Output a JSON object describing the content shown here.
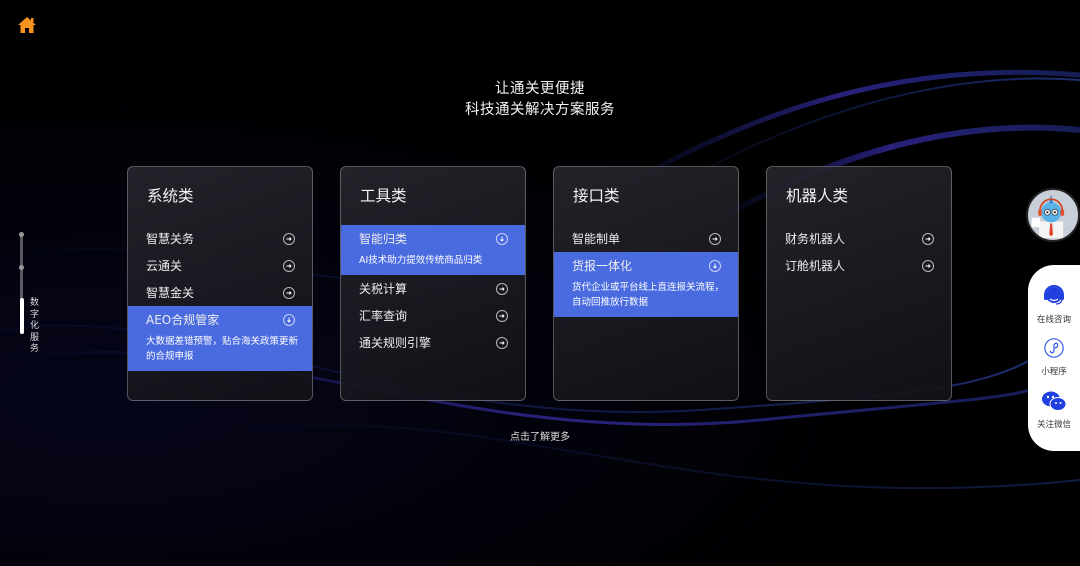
{
  "header": {
    "home_icon": "home-icon",
    "home_color": "#f7931e"
  },
  "hero": {
    "line1": "让通关更便捷",
    "line2": "科技通关解决方案服务"
  },
  "cards": [
    {
      "title": "系统类",
      "items": [
        {
          "label": "智慧关务",
          "icon": "arrow-right-circle"
        },
        {
          "label": "云通关",
          "icon": "arrow-right-circle"
        },
        {
          "label": "智慧金关",
          "icon": "arrow-right-circle"
        },
        {
          "label": "AEO合规管家",
          "icon": "arrow-down-circle",
          "active": true,
          "desc": "大数据差错预警，贴合海关政策更新的合规申报"
        }
      ]
    },
    {
      "title": "工具类",
      "items": [
        {
          "label": "智能归类",
          "icon": "arrow-down-circle",
          "active": true,
          "desc": "AI技术助力提效传统商品归类"
        },
        {
          "label": "关税计算",
          "icon": "arrow-right-circle"
        },
        {
          "label": "汇率查询",
          "icon": "arrow-right-circle"
        },
        {
          "label": "通关规则引擎",
          "icon": "arrow-right-circle"
        }
      ]
    },
    {
      "title": "接口类",
      "items": [
        {
          "label": "智能制单",
          "icon": "arrow-right-circle"
        },
        {
          "label": "货报一体化",
          "icon": "arrow-down-circle",
          "active": true,
          "desc": "货代企业或平台线上直连报关流程，自动回推放行数据"
        }
      ]
    },
    {
      "title": "机器人类",
      "items": [
        {
          "label": "财务机器人",
          "icon": "arrow-right-circle"
        },
        {
          "label": "订舱机器人",
          "icon": "arrow-right-circle"
        }
      ]
    }
  ],
  "more_link": "点击了解更多",
  "left_nav": {
    "label": "数字化服务",
    "chars": [
      "数",
      "字",
      "化",
      "服",
      "务"
    ]
  },
  "side_panel": {
    "avatar": "robot-avatar",
    "items": [
      {
        "label": "在线咨询",
        "icon": "headset-icon"
      },
      {
        "label": "小程序",
        "icon": "mini-program-icon"
      },
      {
        "label": "关注微信",
        "icon": "wechat-icon"
      }
    ]
  },
  "colors": {
    "accent": "#4a6ae0",
    "icon_blue": "#1f3fe0",
    "background": "#000000"
  }
}
